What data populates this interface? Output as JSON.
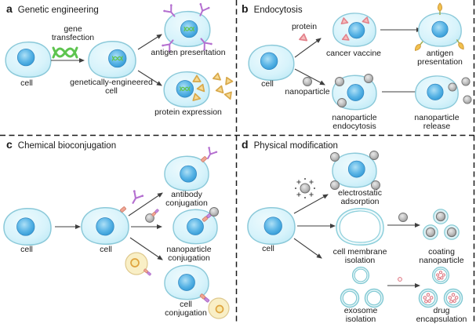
{
  "figure": {
    "panels": {
      "a": {
        "tag": "a",
        "title": "Genetic engineering",
        "cell": "cell",
        "gene_transfection": "gene\ntransfection",
        "engineered_cell": "genetically-engineered\ncell",
        "antigen_presentation": "antigen presentation",
        "protein_expression": "protein expression"
      },
      "b": {
        "tag": "b",
        "title": "Endocytosis",
        "cell": "cell",
        "protein": "protein",
        "nanoparticle": "nanoparticle",
        "cancer_vaccine": "cancer vaccine",
        "antigen_presentation": "antigen presentation",
        "nanoparticle_endocytosis": "nanoparticle\nendocytosis",
        "nanoparticle_release": "nanoparticle\nrelease"
      },
      "c": {
        "tag": "c",
        "title": "Chemical bioconjugation",
        "cell1": "cell",
        "cell2": "cell",
        "antibody_conjugation": "antibody\nconjugation",
        "nanoparticle_conjugation": "nanoparticle\nconjugation",
        "cell_conjugation": "cell\nconjugation"
      },
      "d": {
        "tag": "d",
        "title": "Physical modification",
        "cell": "cell",
        "electrostatic_adsorption": "electrostatic\nadsorption",
        "cell_membrane_isolation": "cell membrane\nisolation",
        "coating_nanoparticle": "coating\nnanoparticle",
        "exosome_isolation": "exosome\nisolation",
        "drug_encapsulation": "drug\nencapsulation"
      }
    },
    "colors": {
      "background": "#ffffff",
      "text_color": "#1a1a1a",
      "arrow_gray": "#3f3f3f",
      "cell_fill": "#d7f3fb",
      "cell_stroke": "#8bc9d9",
      "nucleus_blue": "#2d96d3",
      "dna_green": "#5ec44f",
      "antibody_purple": "#b46fd0",
      "protein_yellow": "#f7da92",
      "protein_pink": "#f6bcbc",
      "nanoparticle_gray": "#a9a9a9",
      "membrane_cyan": "#8ccfdb",
      "secondary_cell_yellow": "#f9efc6",
      "drug_pink": "#d96b76"
    }
  }
}
